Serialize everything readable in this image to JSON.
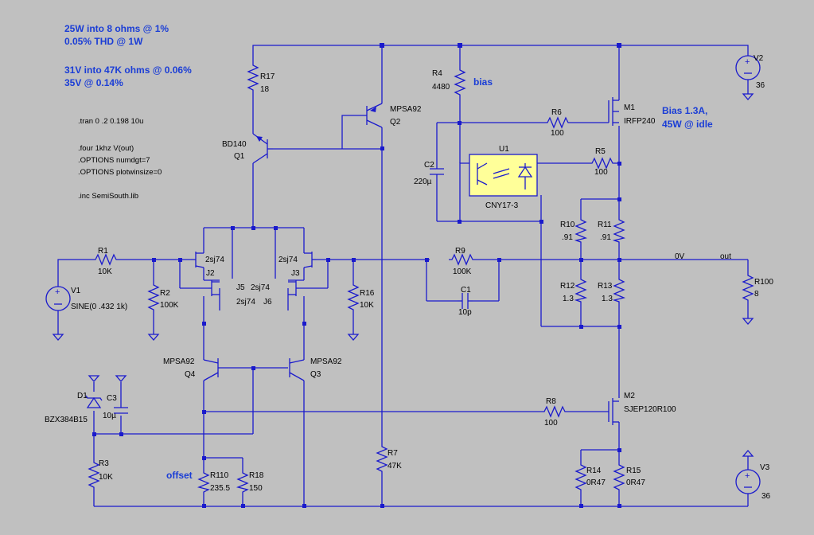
{
  "notes": {
    "line1": "25W into 8 ohms @ 1%",
    "line2": "0.05% THD @ 1W",
    "line3": "31V into 47K ohms @ 0.06%",
    "line4": "35V @ 0.14%",
    "bias": "bias",
    "bias_idle_1": "Bias 1.3A,",
    "bias_idle_2": "45W @ idle",
    "offset": "offset"
  },
  "directives": {
    "tran": ".tran 0 .2 0.198 10u",
    "four": ".four 1khz V(out)",
    "opt1": ".OPTIONS numdgt=7",
    "opt2": ".OPTIONS plotwinsize=0",
    "inc": ".inc SemiSouth.lib"
  },
  "components": {
    "R17": {
      "name": "R17",
      "value": "18"
    },
    "R4": {
      "name": "R4",
      "value": "4480"
    },
    "R6": {
      "name": "R6",
      "value": "100"
    },
    "R5": {
      "name": "R5",
      "value": "100"
    },
    "R1": {
      "name": "R1",
      "value": "10K"
    },
    "R2": {
      "name": "R2",
      "value": "100K"
    },
    "R16": {
      "name": "R16",
      "value": "10K"
    },
    "R9": {
      "name": "R9",
      "value": "100K"
    },
    "C1": {
      "name": "C1",
      "value": "10p"
    },
    "R10": {
      "name": "R10",
      "value": ".91"
    },
    "R11": {
      "name": "R11",
      "value": ".91"
    },
    "R12": {
      "name": "R12",
      "value": "1.3"
    },
    "R13": {
      "name": "R13",
      "value": "1.3"
    },
    "R100": {
      "name": "R100",
      "value": "8"
    },
    "R8": {
      "name": "R8",
      "value": "100"
    },
    "R7": {
      "name": "R7",
      "value": "47K"
    },
    "R3": {
      "name": "R3",
      "value": "10K"
    },
    "R110": {
      "name": "R110",
      "value": "235.5"
    },
    "R18": {
      "name": "R18",
      "value": "150"
    },
    "R14": {
      "name": "R14",
      "value": "0R47"
    },
    "R15": {
      "name": "R15",
      "value": "0R47"
    },
    "C2": {
      "name": "C2",
      "value": "220µ"
    },
    "C3": {
      "name": "C3",
      "value": "10µ"
    },
    "D1": {
      "name": "D1",
      "value": "BZX384B15"
    },
    "V1": {
      "name": "V1",
      "value": "SINE(0 .432 1k)"
    },
    "V2": {
      "name": "V2",
      "value": "36"
    },
    "V3": {
      "name": "V3",
      "value": "36"
    },
    "Q1": {
      "name": "Q1",
      "value": "BD140"
    },
    "Q2": {
      "name": "Q2",
      "value": "MPSA92"
    },
    "Q3": {
      "name": "Q3",
      "value": "MPSA92"
    },
    "Q4": {
      "name": "Q4",
      "value": "MPSA92"
    },
    "M1": {
      "name": "M1",
      "value": "IRFP240"
    },
    "M2": {
      "name": "M2",
      "value": "SJEP120R100"
    },
    "U1": {
      "name": "U1",
      "value": "CNY17-3"
    },
    "J2": {
      "name": "J2",
      "value": "2sj74"
    },
    "J3": {
      "name": "J3",
      "value": "2sj74"
    },
    "J5": {
      "name": "J5",
      "value": "2sj74"
    },
    "J6": {
      "name": "J6",
      "value": "2sj74"
    }
  },
  "nets": {
    "zero": "0V",
    "out": "out"
  },
  "colors": {
    "background": "#c0c0c0",
    "wire": "#1a1acc",
    "note": "#1a3dd6",
    "optocoupler_body": "#ffff99"
  }
}
